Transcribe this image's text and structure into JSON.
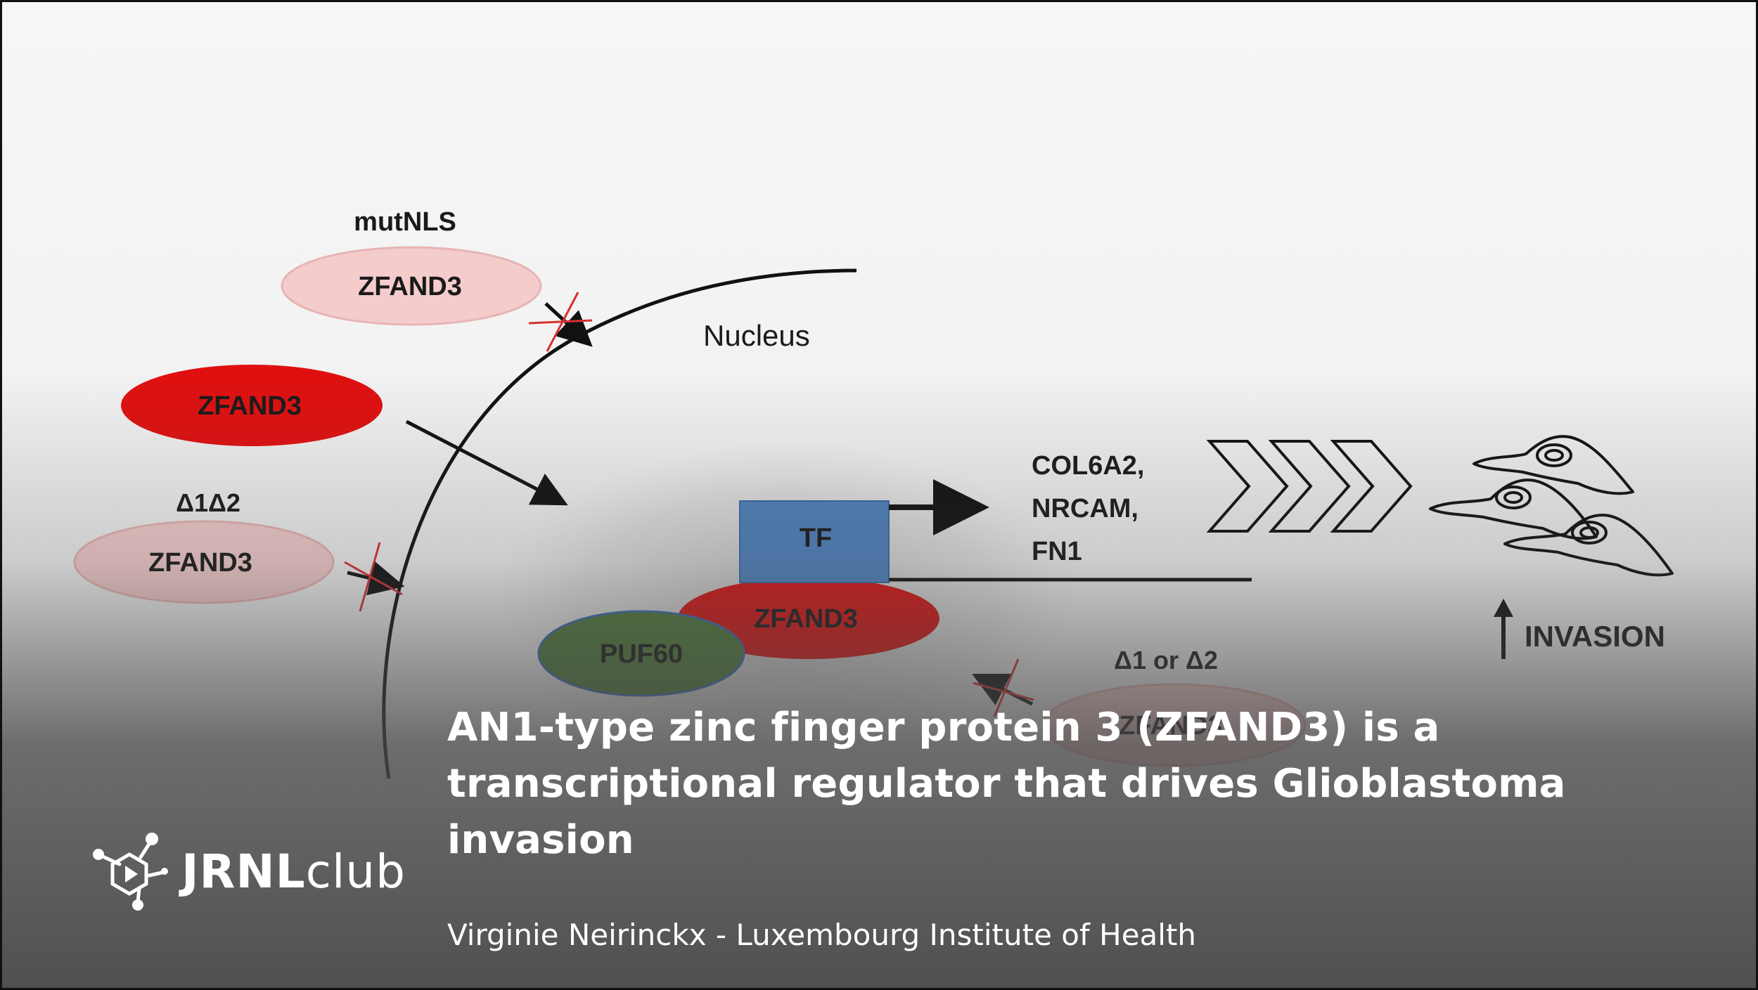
{
  "figure": {
    "nucleus_label": "Nucleus",
    "mutnls_label": "mutNLS",
    "mutnls_protein": "ZFAND3",
    "wt_protein": "ZFAND3",
    "d1d2_label": "Δ1Δ2",
    "d1d2_protein": "ZFAND3",
    "tf_label": "TF",
    "complex_zfand3": "ZFAND3",
    "puf60_label": "PUF60",
    "target_genes": [
      "COL6A2,",
      "NRCAM,",
      "FN1"
    ],
    "invasion_label": "INVASION",
    "d1_or_d2_label": "Δ1 or Δ2",
    "d1_or_d2_protein": "ZFAND3",
    "colors": {
      "wt_red": "#e01010",
      "mutant_pink": "#f2c8c8",
      "tf_blue": "#4f81bd",
      "puf60_green": "#4f7a3a",
      "inhibit_red": "#d83030"
    }
  },
  "title": "AN1-type zinc finger protein 3 (ZFAND3) is a transcriptional regulator that drives Glioblastoma invasion",
  "subtitle": "Virginie Neirinckx - Luxembourg Institute of Health",
  "brand": {
    "bold": "JRNL",
    "light": "club",
    "icon": "molecule-play-icon"
  }
}
